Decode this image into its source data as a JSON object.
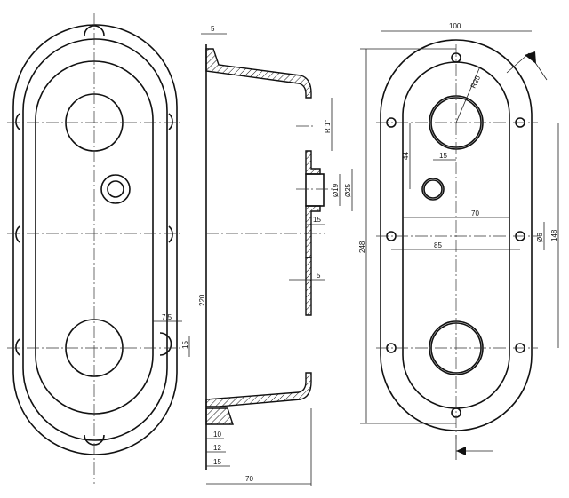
{
  "drawing": {
    "front_view": {
      "dims": {
        "lug_width": "7,5",
        "lug_height": "15"
      }
    },
    "side_view": {
      "dims": {
        "flange": "5",
        "thread": "R 1\"",
        "bore": "Ø19",
        "boss": "Ø25",
        "boss_depth": "15",
        "wall": "5",
        "height": "220",
        "d10": "10",
        "d12": "12",
        "d15": "15",
        "depth": "70"
      }
    },
    "rear_view": {
      "dims": {
        "width": "100",
        "radius": "R25",
        "offset_y": "44",
        "offset_x": "15",
        "inner": "70",
        "holes": "85",
        "hole_dia": "Ø6",
        "centers": "148",
        "length": "248"
      }
    }
  }
}
